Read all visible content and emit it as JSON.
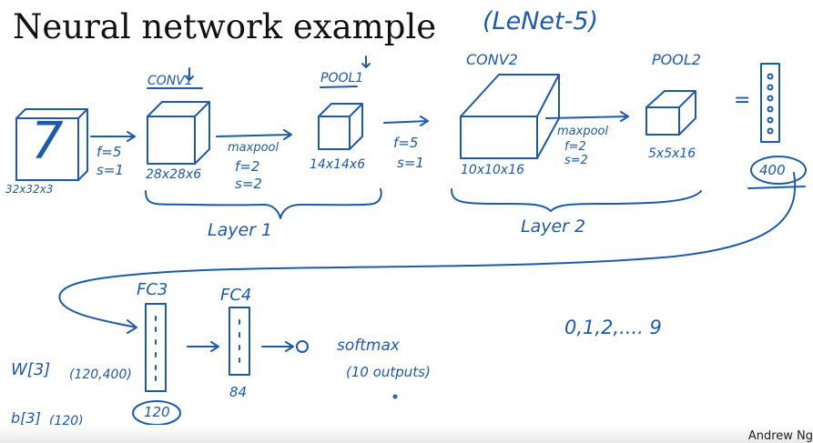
{
  "title": "Neural network example",
  "subtitle": "(LeNet-5)",
  "input": {
    "digit": "7",
    "dims": "32x32x3"
  },
  "conv1": {
    "label": "CONV1",
    "f": "f=5",
    "s": "s=1",
    "dims": "28x28x6"
  },
  "pool1": {
    "label": "POOL1",
    "op": "maxpool",
    "f": "f=2",
    "s": "s=2",
    "dims": "14x14x6"
  },
  "conv2": {
    "label": "CONV2",
    "f": "f=5",
    "s": "s=1",
    "dims": "10x10x16"
  },
  "pool2": {
    "label": "POOL2",
    "op": "maxpool",
    "f": "f=2",
    "s": "s=2",
    "dims": "5x5x16"
  },
  "flatten": {
    "equals": "=",
    "count": "400"
  },
  "layer1": "Layer 1",
  "layer2": "Layer 2",
  "fc3": {
    "label": "FC3",
    "w": "W[3]",
    "w_shape": "(120,400)",
    "b": "b[3]",
    "b_shape": "(120)",
    "count": "120"
  },
  "fc4": {
    "label": "FC4",
    "count": "84"
  },
  "output": {
    "label": "softmax",
    "detail": "(10 outputs)",
    "classes": "0,1,2,.... 9"
  },
  "credit": "Andrew Ng",
  "colors": {
    "ink": "#1d5aa8",
    "title": "#111111"
  }
}
